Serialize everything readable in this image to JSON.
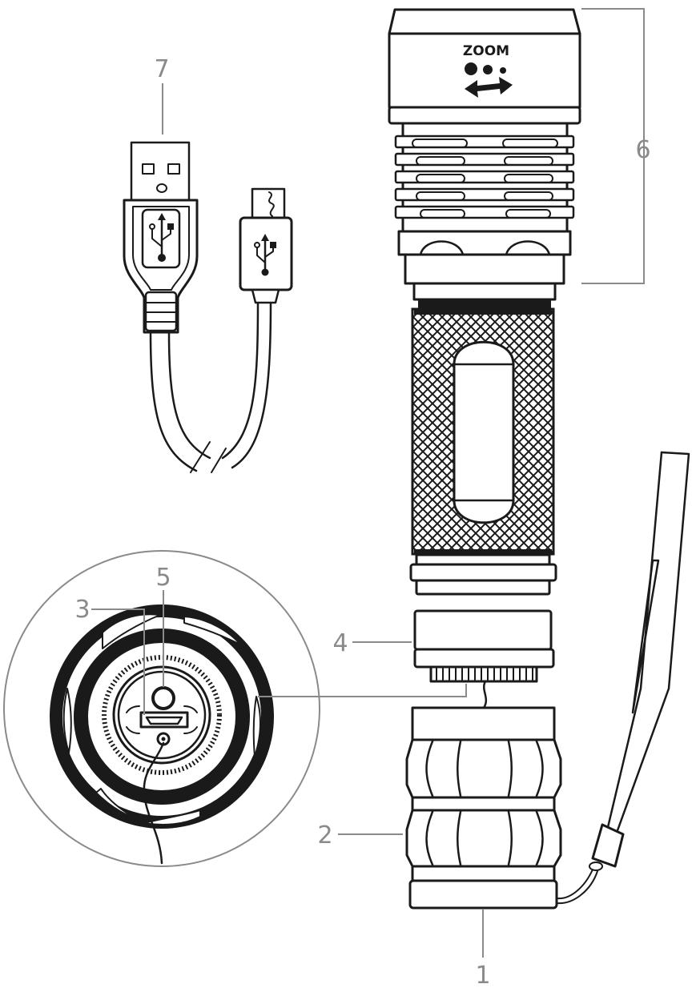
{
  "callouts": {
    "c1": "1",
    "c2": "2",
    "c3": "3",
    "c4": "4",
    "c5": "5",
    "c6": "6",
    "c7": "7"
  },
  "zoom_label": "ZOOM",
  "icons": {
    "zoom_arrow": "double-arrow-icon",
    "usb": "usb-symbol-icon"
  },
  "colors": {
    "ink": "#1a1a1a",
    "callout": "#8a8a8a",
    "background": "#ffffff"
  }
}
